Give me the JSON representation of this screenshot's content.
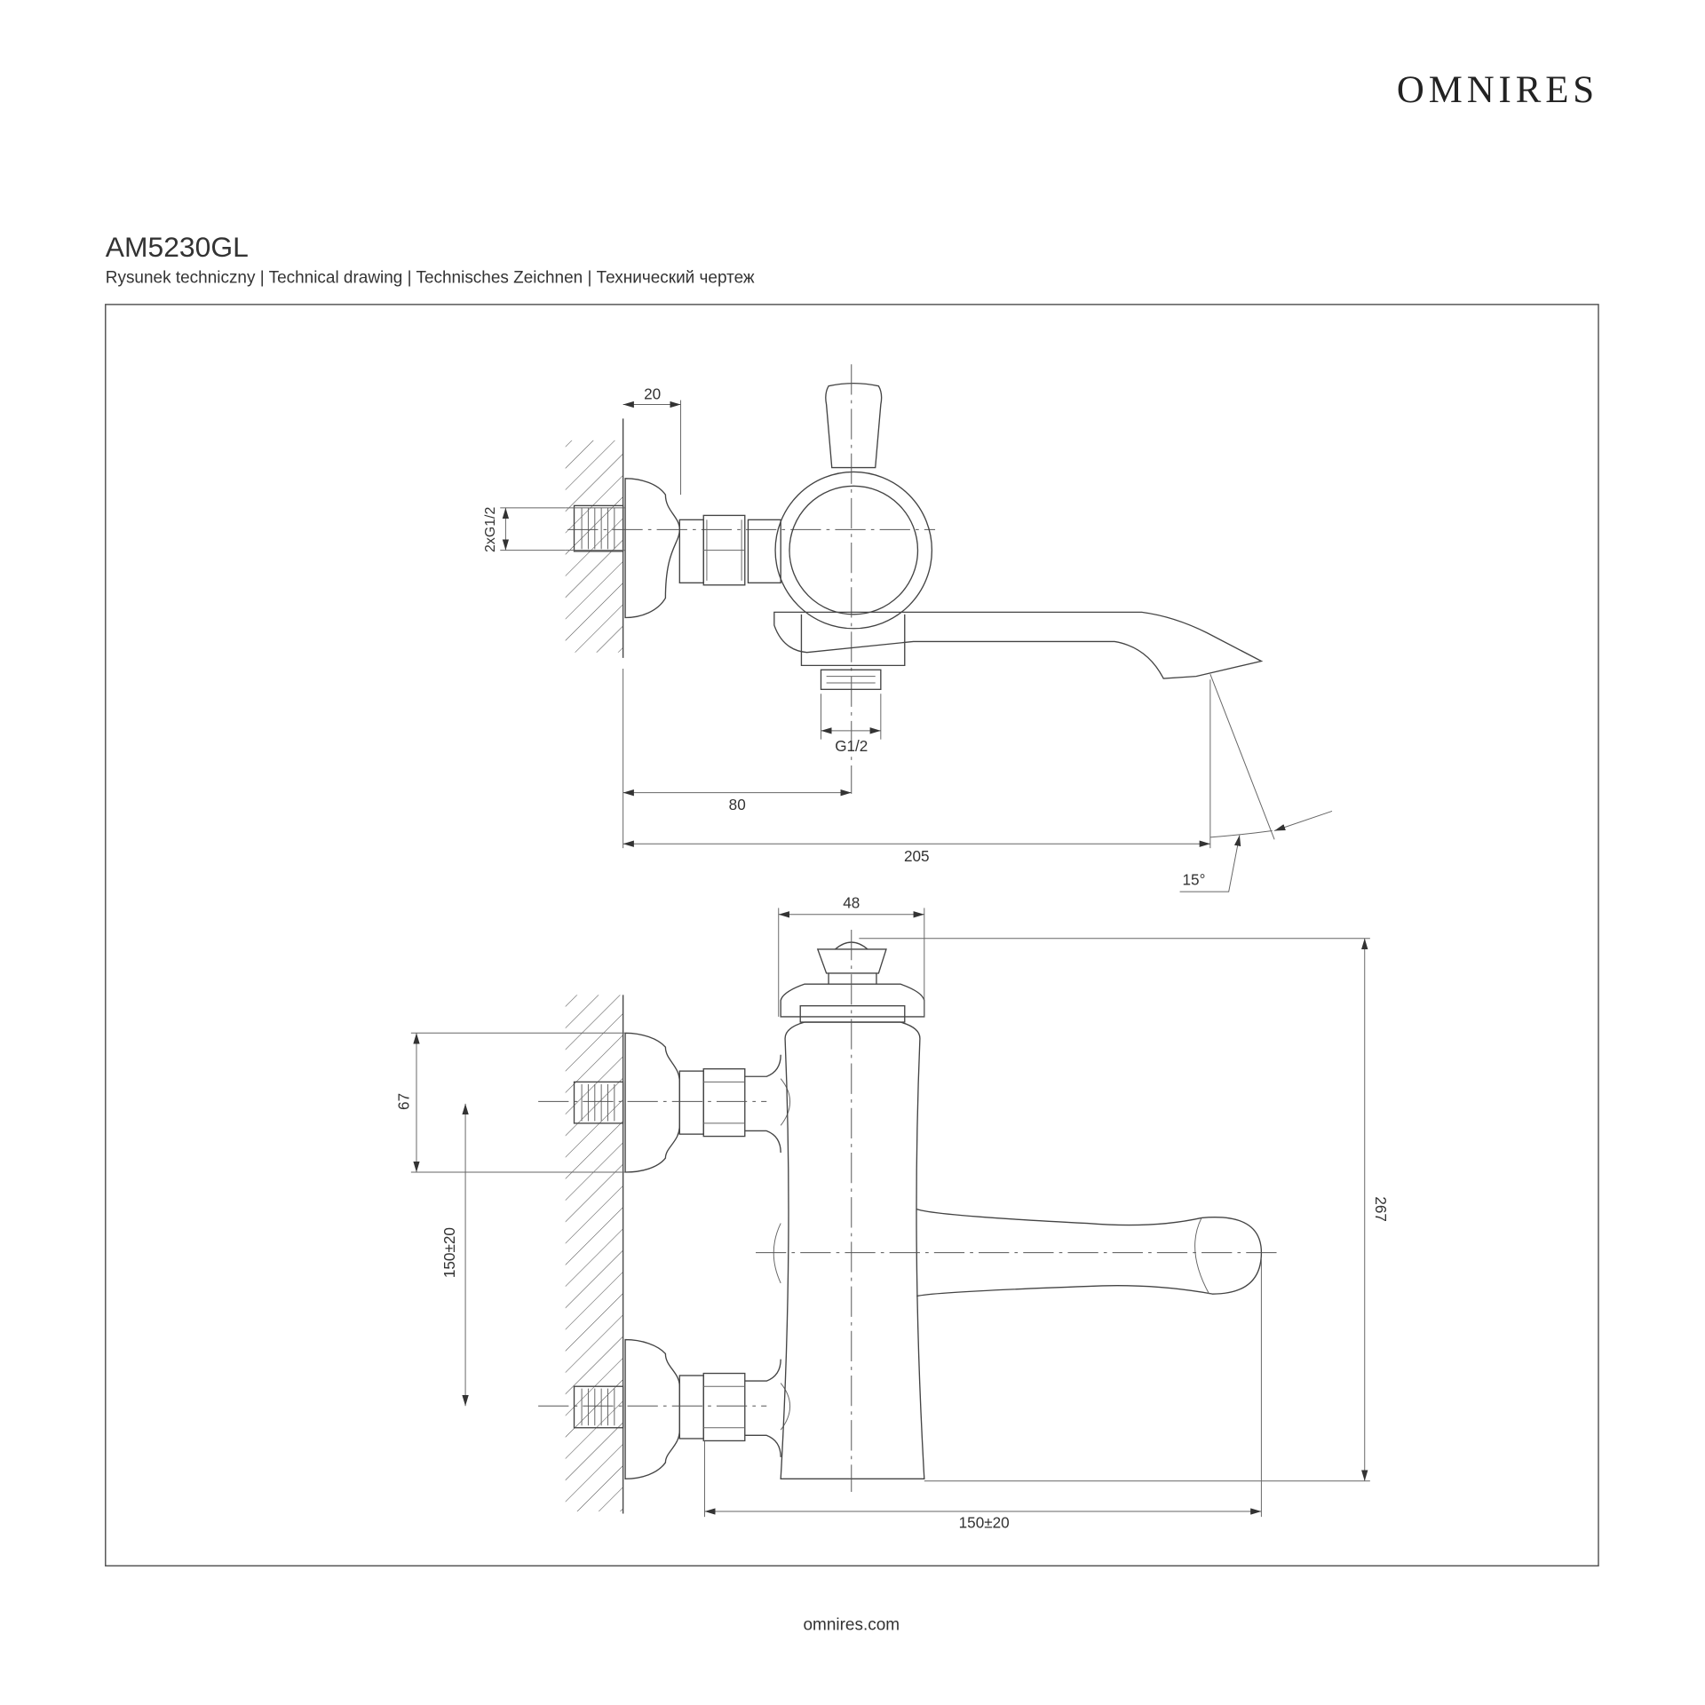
{
  "brand": {
    "logo_text": "OMNIRES"
  },
  "header": {
    "model": "AM5230GL",
    "subtitle": "Rysunek techniczny | Technical drawing | Technisches Zeichnen | Технический чертеж"
  },
  "side_view": {
    "dims": {
      "escutcheon_depth": "20",
      "inlet_thread": "2xG1/2",
      "outlet_thread": "G1/2",
      "wall_to_axis": "80",
      "wall_to_spout": "205",
      "spout_angle": "15°"
    }
  },
  "front_view": {
    "dims": {
      "cap_width": "48",
      "total_height": "267",
      "inlet_to_top": "67",
      "inlet_spacing": "150±20",
      "horizontal_spacing": "150±20"
    }
  },
  "footer": {
    "website": "omnires.com"
  }
}
